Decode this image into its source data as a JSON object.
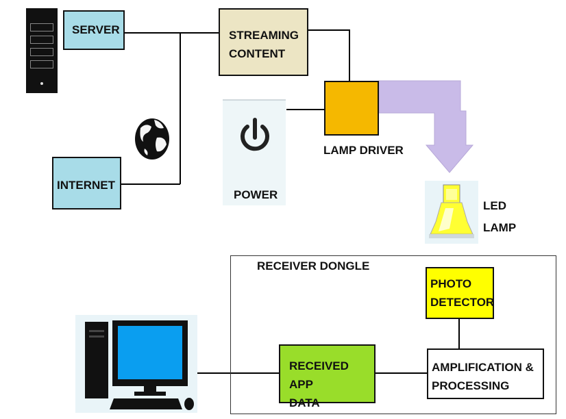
{
  "labels": {
    "server": "SERVER",
    "internet": "INTERNET",
    "streaming_line1": "STREAMING",
    "streaming_line2": "CONTENT",
    "power": "POWER",
    "lamp_driver": "LAMP DRIVER",
    "led_line1": "LED",
    "led_line2": "LAMP",
    "receiver_dongle": "RECEIVER DONGLE",
    "photo_line1": "PHOTO",
    "photo_line2": "DETECTOR",
    "received_line1": "RECEIVED APP",
    "received_line2": "DATA",
    "amp_line1": "AMPLIFICATION &",
    "amp_line2": "PROCESSING"
  },
  "colors": {
    "server_fill": "#a8dce8",
    "internet_fill": "#a8dce8",
    "streaming_fill": "#ece5c4",
    "lamp_driver_fill": "#f5b800",
    "photo_detector_fill": "#ffff00",
    "received_fill": "#99dd2a",
    "arrow_fill": "#c9bbe8",
    "lamp_yellow": "#ffff33",
    "pc_screen": "#0a9ef0",
    "power_bg": "#eef6f8"
  },
  "icons": [
    "server-tower-icon",
    "globe-icon",
    "power-icon",
    "led-lamp-icon",
    "desktop-computer-icon",
    "arrowhead-icon"
  ]
}
